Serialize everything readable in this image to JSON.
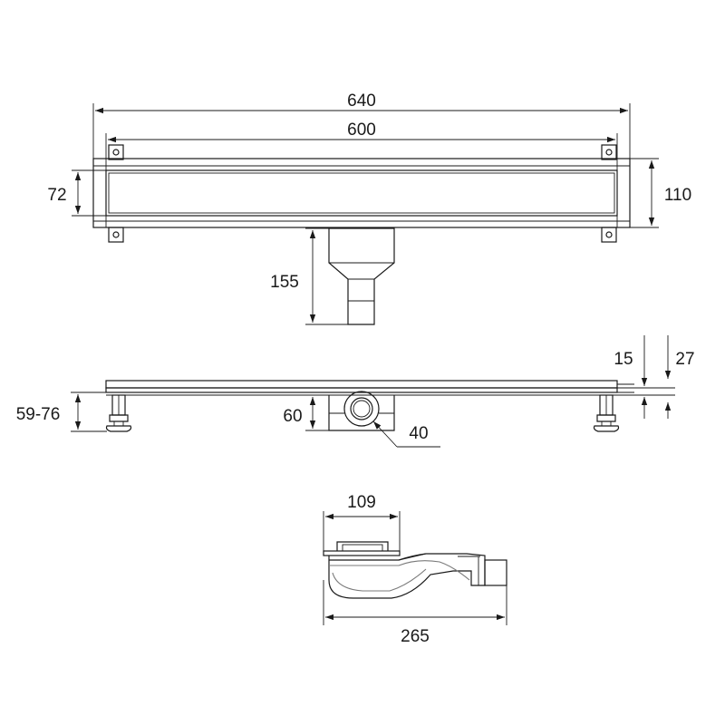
{
  "top_view": {
    "overall_length": "640",
    "grate_length": "600",
    "grate_width": "72",
    "overall_width": "110",
    "outlet_height": "155"
  },
  "side_view": {
    "leg_height": "59-76",
    "outlet_height": "60",
    "outlet_diameter": "40",
    "frame_height_a": "15",
    "frame_height_b": "27"
  },
  "siphon_view": {
    "siphon_width": "109",
    "siphon_length": "265"
  }
}
